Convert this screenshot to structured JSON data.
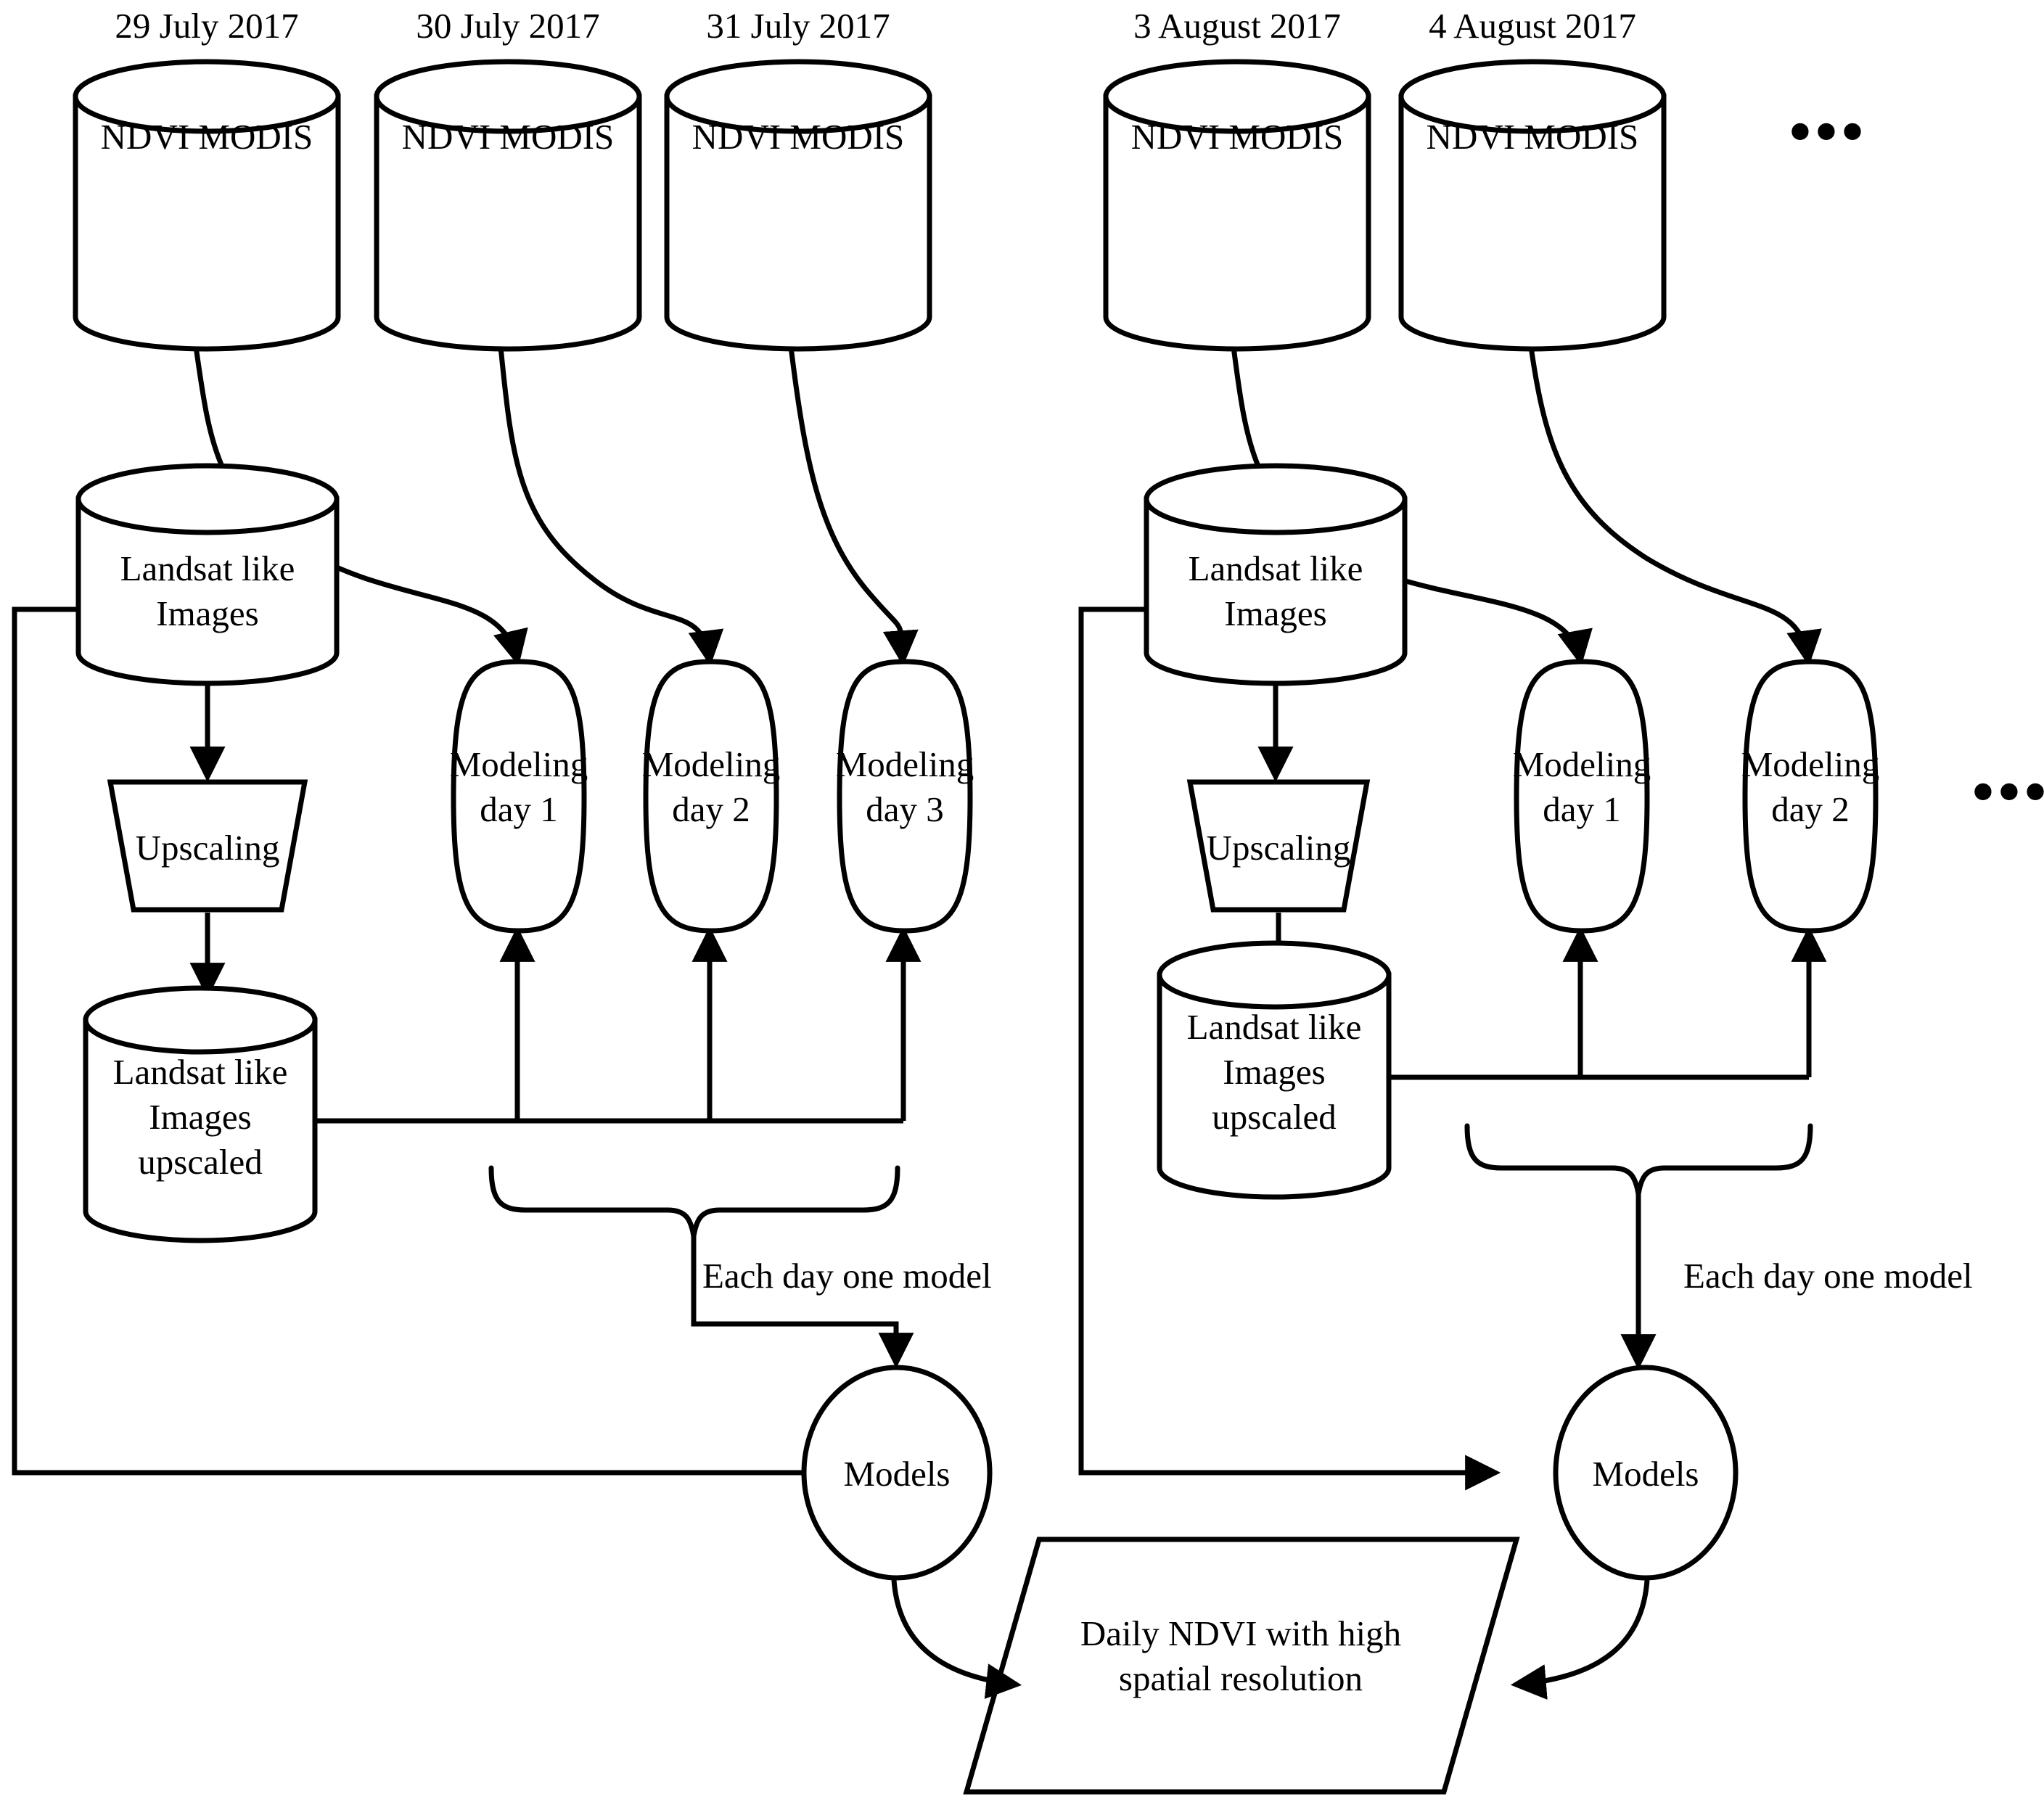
{
  "diagram": {
    "title": "NDVI downscaling workflow",
    "stroke_color": "#000000",
    "background_color": "#ffffff"
  },
  "dates": [
    {
      "id": "d1",
      "label": "29 July 2017"
    },
    {
      "id": "d2",
      "label": "30 July 2017"
    },
    {
      "id": "d3",
      "label": "31 July 2017"
    },
    {
      "id": "d4",
      "label": "3 August 2017"
    },
    {
      "id": "d5",
      "label": "4 August 2017"
    }
  ],
  "modis_nodes": [
    {
      "id": "modis1",
      "label": "NDVI MODIS"
    },
    {
      "id": "modis2",
      "label": "NDVI MODIS"
    },
    {
      "id": "modis3",
      "label": "NDVI MODIS"
    },
    {
      "id": "modis4",
      "label": "NDVI MODIS"
    },
    {
      "id": "modis5",
      "label": "NDVI MODIS"
    }
  ],
  "group_left": {
    "landsat_source": {
      "line1": "Landsat like",
      "line2": "Images"
    },
    "upscaling": {
      "label": "Upscaling"
    },
    "landsat_upscaled": {
      "line1": "Landsat like",
      "line2": "Images",
      "line3": "upscaled"
    },
    "modeling": [
      {
        "line1": "Modeling",
        "line2": "day 1"
      },
      {
        "line1": "Modeling",
        "line2": "day 2"
      },
      {
        "line1": "Modeling",
        "line2": "day 3"
      }
    ],
    "brace_label": "Each day one model",
    "models": {
      "label": "Models"
    }
  },
  "group_right": {
    "landsat_source": {
      "line1": "Landsat like",
      "line2": "Images"
    },
    "upscaling": {
      "label": "Upscaling"
    },
    "landsat_upscaled": {
      "line1": "Landsat like",
      "line2": "Images",
      "line3": "upscaled"
    },
    "modeling": [
      {
        "line1": "Modeling",
        "line2": "day 1"
      },
      {
        "line1": "Modeling",
        "line2": "day 2"
      }
    ],
    "brace_label": "Each day one model",
    "models": {
      "label": "Models"
    }
  },
  "output": {
    "line1": "Daily NDVI with high",
    "line2": "spatial resolution"
  },
  "ellipsis": {
    "top": "•••",
    "middle_right": "•••",
    "far_right": "•••"
  }
}
